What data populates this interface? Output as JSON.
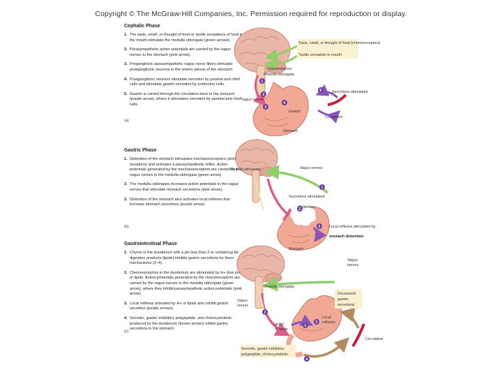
{
  "header": "Copyright © The McGraw-Hill Companies, Inc. Permission required for reproduction or display.",
  "cephalic": {
    "title": "Cephalic Phase",
    "steps": [
      "The taste, smell, or thought of food or tactile sensations of food in the mouth stimulate the medulla oblongata (green arrows).",
      "Parasympathetic action potentials are carried by the vagus nerves to the stomach (pink arrow).",
      "Preganglionic parasympathetic vagus nerve fibers stimulate postganglionic neurons in the enteric plexus of the stomach.",
      "Postganglionic neurons stimulate secretion by parietal and chief cells and stimulate gastrin secretion by endocrine cells.",
      "Gastrin is carried through the circulation back to the stomach (purple arrow), where it stimulates secretion by parietal and chief cells."
    ],
    "letter": "(a)",
    "labels": {
      "taste": "Taste, smell, or thought of food (chemoreceptors)",
      "tactile": "Tactile sensation in mouth",
      "hypothalamus": "Hypothalamus",
      "medulla": "Medulla oblongata",
      "vagus": "Vagus nerves",
      "secretions": "Secretions stimulated",
      "gastrin": "Gastrin",
      "circulation": "Circulation",
      "stomach": "Stomach"
    }
  },
  "gastric": {
    "title": "Gastric Phase",
    "steps": [
      "Distention of the stomach stimulates mechanoreceptors (stretch receptors) and activates a parasympathetic reflex. Action potentials generated by the mechanoreceptors are carried by the vagus nerves to the medulla oblongata (green arrow).",
      "The medulla oblongata increases action potentials in the vagus nerves that stimulate stomach secretions (pink arrow).",
      "Distention of the stomach also activates local reflexes that increase stomach secretions (purple arrow)."
    ],
    "letter": "(b)",
    "labels": {
      "medulla": "Medulla oblongata",
      "vagus": "Vagus nerves",
      "secretions": "Secretions stimulated",
      "distention": "Distention",
      "local": "Local reflexes stimulated by",
      "local2": "stomach distention",
      "stomach": "Stomach"
    }
  },
  "intestinal": {
    "title": "Gastrointestinal Phase",
    "steps": [
      "Chyme in the duodenum with a pH less than 2 or containing fat digestion products (lipids) inhibits gastric secretions by three mechanisms (2–4).",
      "Chemoreceptors in the duodenum are stimulated by H+ (low pH) or lipids. Action potentials generated by the chemoreceptors are carried by the vagus nerves to the medulla oblongata (green arrow), where they inhibit parasympathetic action potentials (pink arrow).",
      "Local reflexes activated by H+ or lipids also inhibit gastric secretion (purple arrows).",
      "Secretin, gastric inhibitory polypeptide, and cholecystokinin produced by the duodenum (brown arrows) inhibit gastric secretions in the stomach."
    ],
    "letter": "(c)",
    "labels": {
      "vagus_r1": "Vagus",
      "vagus_r2": "nerves",
      "medulla": "Medulla oblongata",
      "vagus_l1": "Vagus",
      "vagus_l2": "nerves",
      "decreased1": "Decreased",
      "decreased2": "gastric",
      "decreased3": "secretions",
      "local1": "Local",
      "local2": "reflexes",
      "ph1": "pH<2",
      "ph2": "or lipids",
      "circulation": "Circulation",
      "secretin1": "Secretin, gastric inhibitory",
      "secretin2": "polypeptide, cholecystokinin"
    }
  },
  "colors": {
    "brain": "#e9b7a8",
    "brain_dark": "#c9826e",
    "stomach": "#f1a894",
    "stomach_dark": "#c97866",
    "green": "#8fcf6a",
    "pink": "#e05a8a",
    "purple": "#8a54b8",
    "brown": "#b38a5c",
    "badge": "#6a3e9a",
    "label_box": "#fbf0cf"
  }
}
